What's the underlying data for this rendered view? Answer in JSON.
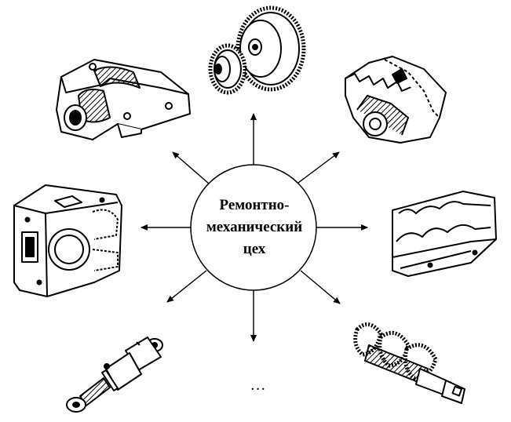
{
  "center": {
    "lines": [
      "Ремонтно-",
      "механический",
      "цех"
    ]
  },
  "more_label": "…",
  "items": [
    {
      "icon": "bearing-housing-icon"
    },
    {
      "icon": "gear-pulley-icon"
    },
    {
      "icon": "gear-rack-icon"
    },
    {
      "icon": "housing-cover-icon"
    },
    {
      "icon": "crankcase-housing-icon"
    },
    {
      "icon": "hydraulic-cylinder-icon"
    },
    {
      "icon": "auger-screw-icon"
    }
  ]
}
